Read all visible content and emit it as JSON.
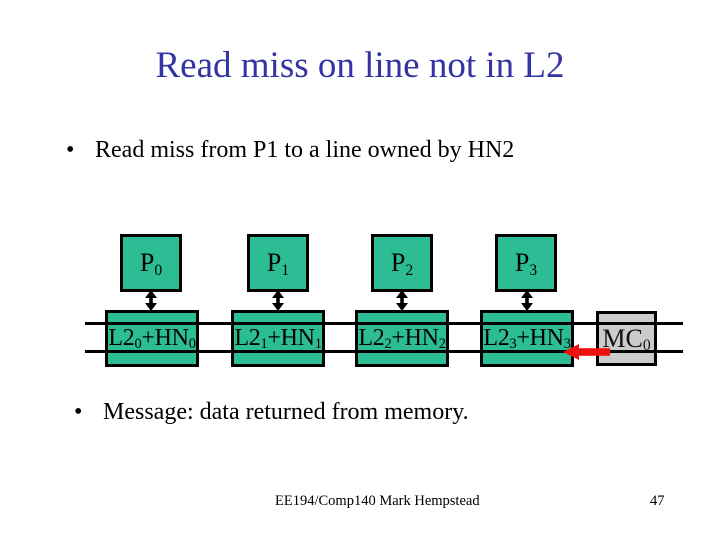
{
  "slide": {
    "title": "Read miss on line not in L2",
    "bullets": [
      {
        "marker": "•",
        "text": "Read miss from P1 to a line owned by HN2"
      },
      {
        "marker": "•",
        "text": "Message: data returned from memory."
      }
    ],
    "footer": {
      "course": "EE194/Comp140 Mark Hempstead",
      "page_number": "47"
    }
  },
  "diagram": {
    "processors": [
      {
        "base": "P",
        "sub": "0"
      },
      {
        "base": "P",
        "sub": "1"
      },
      {
        "base": "P",
        "sub": "2"
      },
      {
        "base": "P",
        "sub": "3"
      }
    ],
    "caches": [
      {
        "base1": "L2",
        "sub1": "0",
        "base2": "+HN",
        "sub2": "0"
      },
      {
        "base1": "L2",
        "sub1": "1",
        "base2": "+HN",
        "sub2": "1"
      },
      {
        "base1": "L2",
        "sub1": "2",
        "base2": "+HN",
        "sub2": "2"
      },
      {
        "base1": "L2",
        "sub1": "3",
        "base2": "+HN",
        "sub2": "3"
      }
    ],
    "memory_controller": {
      "base": "MC",
      "sub": "0"
    },
    "icons": {
      "processor_cache_link": "bidirectional-vertical-arrow",
      "memory_response": "left-pointing-red-arrow"
    }
  },
  "colors": {
    "title_blue": "#3333A3",
    "node_fill": "#2CBD94",
    "mc_fill": "#CBCBCB",
    "arrow_red": "#EE1111",
    "bus_black": "#000000"
  }
}
